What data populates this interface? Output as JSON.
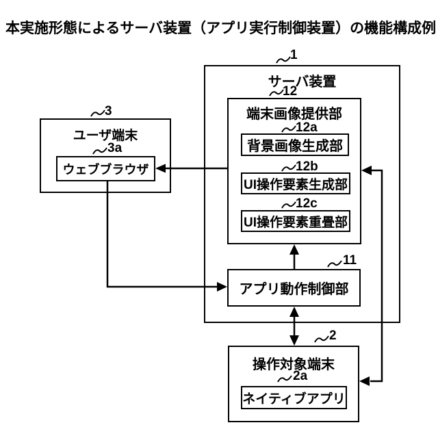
{
  "title": "本実施形態によるサーバ装置（アプリ実行制御装置）の機能構成例",
  "nodes": {
    "server": {
      "ref": "1",
      "label": "サーバ装置"
    },
    "terminal_image_provider": {
      "ref": "12",
      "label": "端末画像提供部"
    },
    "background_image_generator": {
      "ref": "12a",
      "label": "背景画像生成部"
    },
    "ui_operation_element_generator": {
      "ref": "12b",
      "label": "UI操作要素生成部"
    },
    "ui_operation_element_superimposer": {
      "ref": "12c",
      "label": "UI操作要素重畳部"
    },
    "user_terminal": {
      "ref": "3",
      "label": "ユーザ端末"
    },
    "web_browser": {
      "ref": "3a",
      "label": "ウェブブラウザ"
    },
    "app_operation_controller": {
      "ref": "11",
      "label": "アプリ動作制御部"
    },
    "operation_target_terminal": {
      "ref": "2",
      "label": "操作対象端末"
    },
    "native_app": {
      "ref": "2a",
      "label": "ネイティブアプリ"
    }
  },
  "edges": [
    {
      "from": "terminal_image_provider",
      "to": "web_browser",
      "type": "arrow"
    },
    {
      "from": "web_browser",
      "to": "app_operation_controller",
      "type": "arrow"
    },
    {
      "from": "app_operation_controller",
      "to": "terminal_image_provider",
      "type": "arrow"
    },
    {
      "from": "app_operation_controller",
      "to": "operation_target_terminal",
      "type": "double-arrow"
    },
    {
      "from": "terminal_image_provider",
      "to": "operation_target_terminal",
      "type": "double-arrow"
    }
  ],
  "colors": {
    "line": "#000000",
    "background": "#ffffff"
  }
}
